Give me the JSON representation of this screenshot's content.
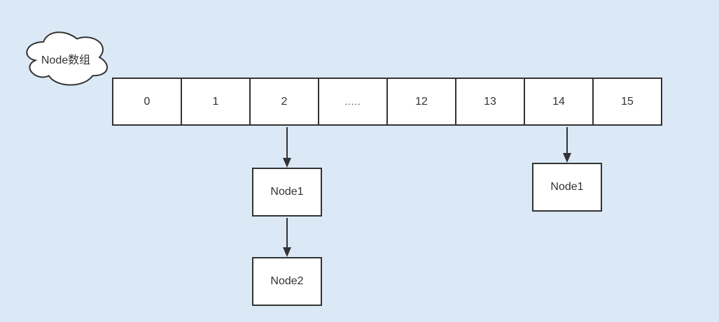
{
  "diagram": {
    "cloud": {
      "label": "Node数组"
    },
    "array": {
      "cells": [
        "0",
        "1",
        "2",
        ".....",
        "12",
        "13",
        "14",
        "15"
      ]
    },
    "nodes": {
      "left_child": "Node1",
      "left_grandchild": "Node2",
      "right_child": "Node1"
    },
    "colors": {
      "background": "#dbe8f6",
      "stroke": "#333333",
      "shape_fill": "#ffffff",
      "text": "#333333"
    }
  }
}
